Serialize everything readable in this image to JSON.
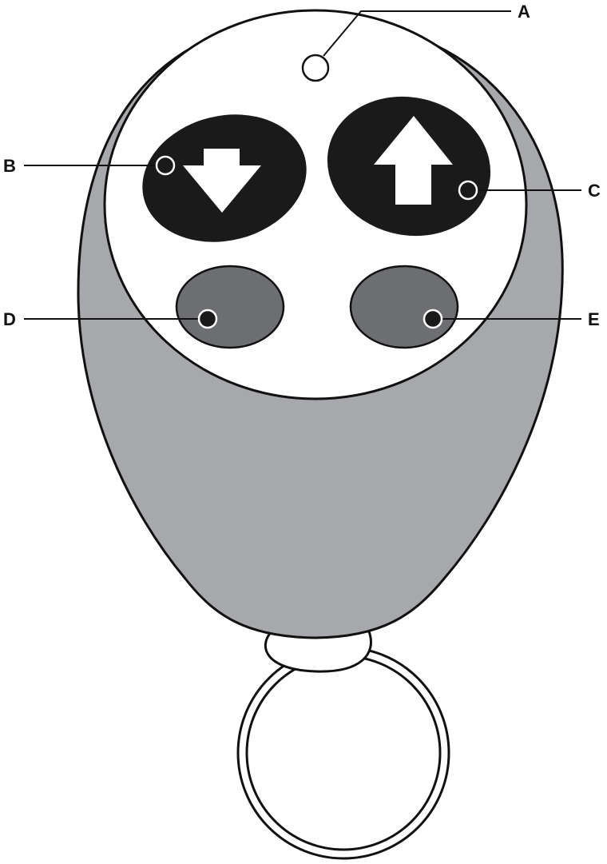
{
  "callouts": {
    "a": "A",
    "b": "B",
    "c": "C",
    "d": "D",
    "e": "E"
  },
  "colors": {
    "housing": "#a7a8ab",
    "face_plate": "#ffffff",
    "arrow_buttons": "#1a1a1a",
    "aux_buttons": "#6d6e71",
    "outline": "#111111"
  },
  "icons": [
    "down-arrow-icon",
    "up-arrow-icon",
    "key-ring-icon",
    "led-indicator-icon"
  ]
}
